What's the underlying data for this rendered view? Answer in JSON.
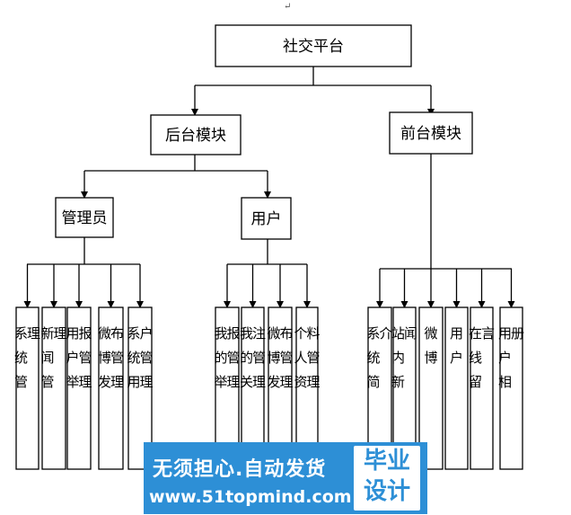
{
  "mark": "↵",
  "nodes": {
    "root": "社交平台",
    "backend": "后台模块",
    "frontend": "前台模块",
    "admin": "管理员",
    "user": "用户",
    "admin_items": [
      "系统管理",
      "新闻管理",
      "用户举报管理",
      "微博发布管理",
      "系统用户管理"
    ],
    "user_items": [
      "我的举报管理",
      "我的关注管理",
      "微博发布管理",
      "个人资料管理"
    ],
    "front_items": [
      "系统简介",
      "站内新闻",
      "微博",
      "用户",
      "在线留言",
      "用户相册"
    ]
  },
  "watermark": {
    "line1": "无须担心.自动发货",
    "line2": "www.51topmind.com",
    "badge_top": "毕业",
    "badge_bottom": "设计"
  }
}
